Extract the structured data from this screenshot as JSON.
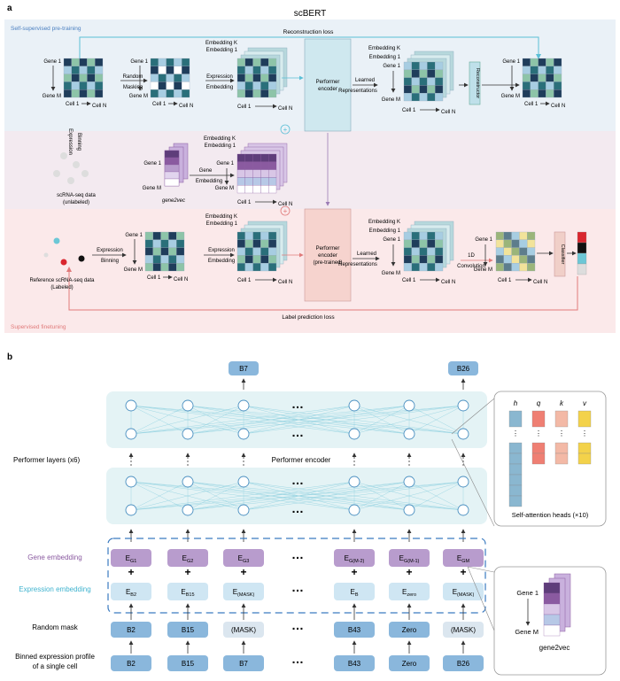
{
  "panel_a": {
    "letter": "a",
    "title": "scBERT",
    "pretrain_label": "Self-supervised pre-training",
    "recon_loss": "Reconstruction loss",
    "finetune_label": "Supervised finetuning",
    "label_loss": "Label prediction loss",
    "gene1": "Gene 1",
    "geneM": "Gene M",
    "cell1": "Cell 1",
    "cellN": "Cell N",
    "random_masking": [
      "Random",
      "Masking"
    ],
    "expr_embedding": [
      "Expression",
      "Embedding"
    ],
    "embedding_k": "Embedding K",
    "embedding_1": "Embedding 1",
    "performer_encoder": [
      "Performer",
      "encoder"
    ],
    "performer_pretrained": [
      "Performer",
      "encoder",
      "(pre-trained)"
    ],
    "learned_repr": [
      "Learned",
      "Representations"
    ],
    "reconstructor": "Reconstructor",
    "classifier": "Classifier",
    "expression_binning": [
      "Expression",
      "Binning"
    ],
    "unlabeled_data": [
      "scRNA-seq data",
      "(unlabeled)"
    ],
    "gene2vec": "gene2vec",
    "gene_embedding": [
      "Gene",
      "Embedding"
    ],
    "reference_data": [
      "Reference scRNA-seq data",
      "(Labeled)"
    ],
    "conv_1d": [
      "1D",
      "Convolution"
    ]
  },
  "panel_b": {
    "letter": "b",
    "outputs": [
      "B7",
      "B26"
    ],
    "performer_layers": "Performer layers (x6)",
    "performer_encoder": "Performer encoder",
    "ellipsis": "…",
    "gene_embedding_label": "Gene embedding",
    "expression_embedding_label": "Expression embedding",
    "random_mask_label": "Random mask",
    "binned_label": [
      "Binned expression profile",
      "of a single cell"
    ],
    "gene_tokens": [
      [
        "G1"
      ],
      [
        "G2"
      ],
      [
        "G3"
      ],
      [
        "G(M-2)"
      ],
      [
        "G(M-1)"
      ],
      [
        "GM"
      ]
    ],
    "expr_tokens": [
      "B2",
      "B15",
      "(MASK)",
      "B",
      "zero",
      "(MASK)"
    ],
    "mask_tokens": [
      "B2",
      "B15",
      "(MASK)",
      "B43",
      "Zero",
      "(MASK)"
    ],
    "binned_tokens": [
      "B2",
      "B15",
      "B7",
      "B43",
      "Zero",
      "B26"
    ],
    "token_prefix": "E",
    "plus": "+",
    "heads": [
      "h",
      "q",
      "k",
      "v"
    ],
    "heads_caption": "Self-attention heads (×10)",
    "gene2vec_gene1": "Gene 1",
    "gene2vec_geneM": "Gene M",
    "gene2vec_caption": "gene2vec"
  },
  "colors": {
    "navy": "#1f3d5b",
    "teal": "#2a6f7a",
    "green": "#8dc4a8",
    "lightblue": "#a7cde2",
    "white": "#ffffff",
    "purple": "#8a5aa0",
    "token_blue": "#8ab7dc",
    "gene_purple": "#b89ccd",
    "expr_blue": "#cfe6f3",
    "pretrain_bg": "#eaf1f7",
    "middle_bg": "#f3eaf0",
    "finetune_bg": "#fbe9ea"
  }
}
